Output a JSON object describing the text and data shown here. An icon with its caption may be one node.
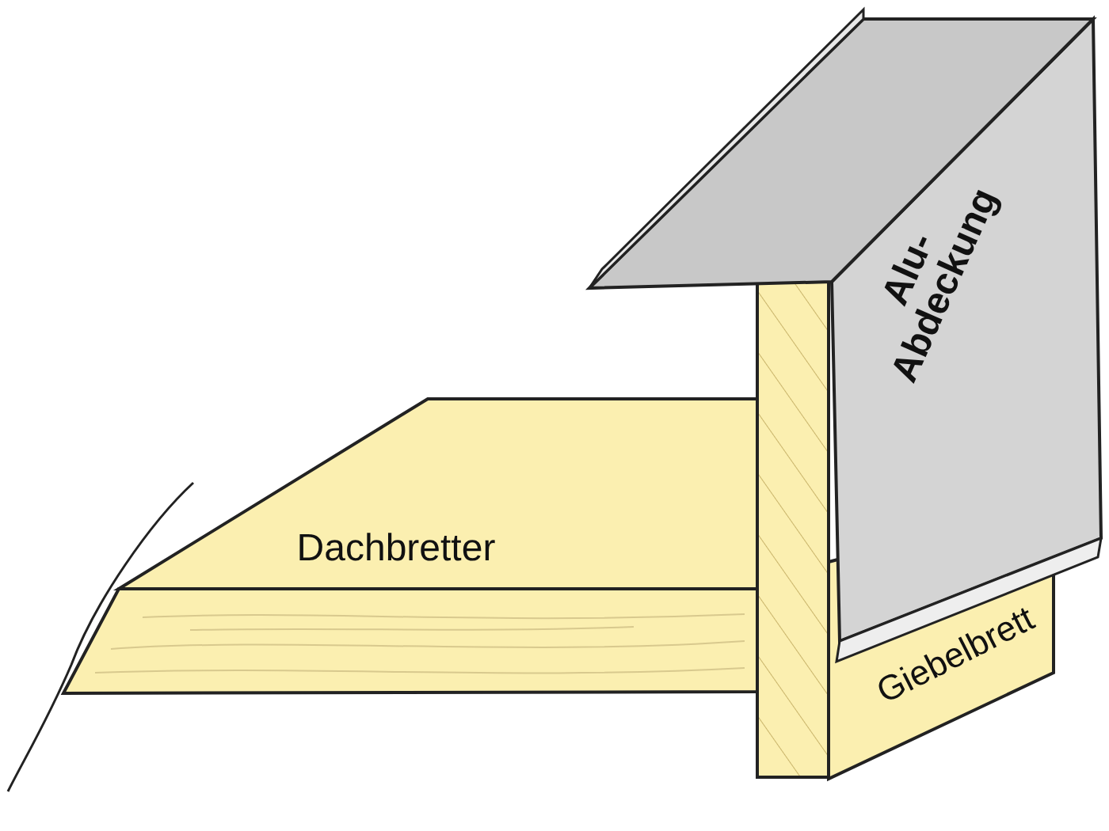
{
  "diagram": {
    "labels": [
      "Alu-Abdeckung",
      "Dachbretter",
      "Giebelbrett"
    ]
  }
}
